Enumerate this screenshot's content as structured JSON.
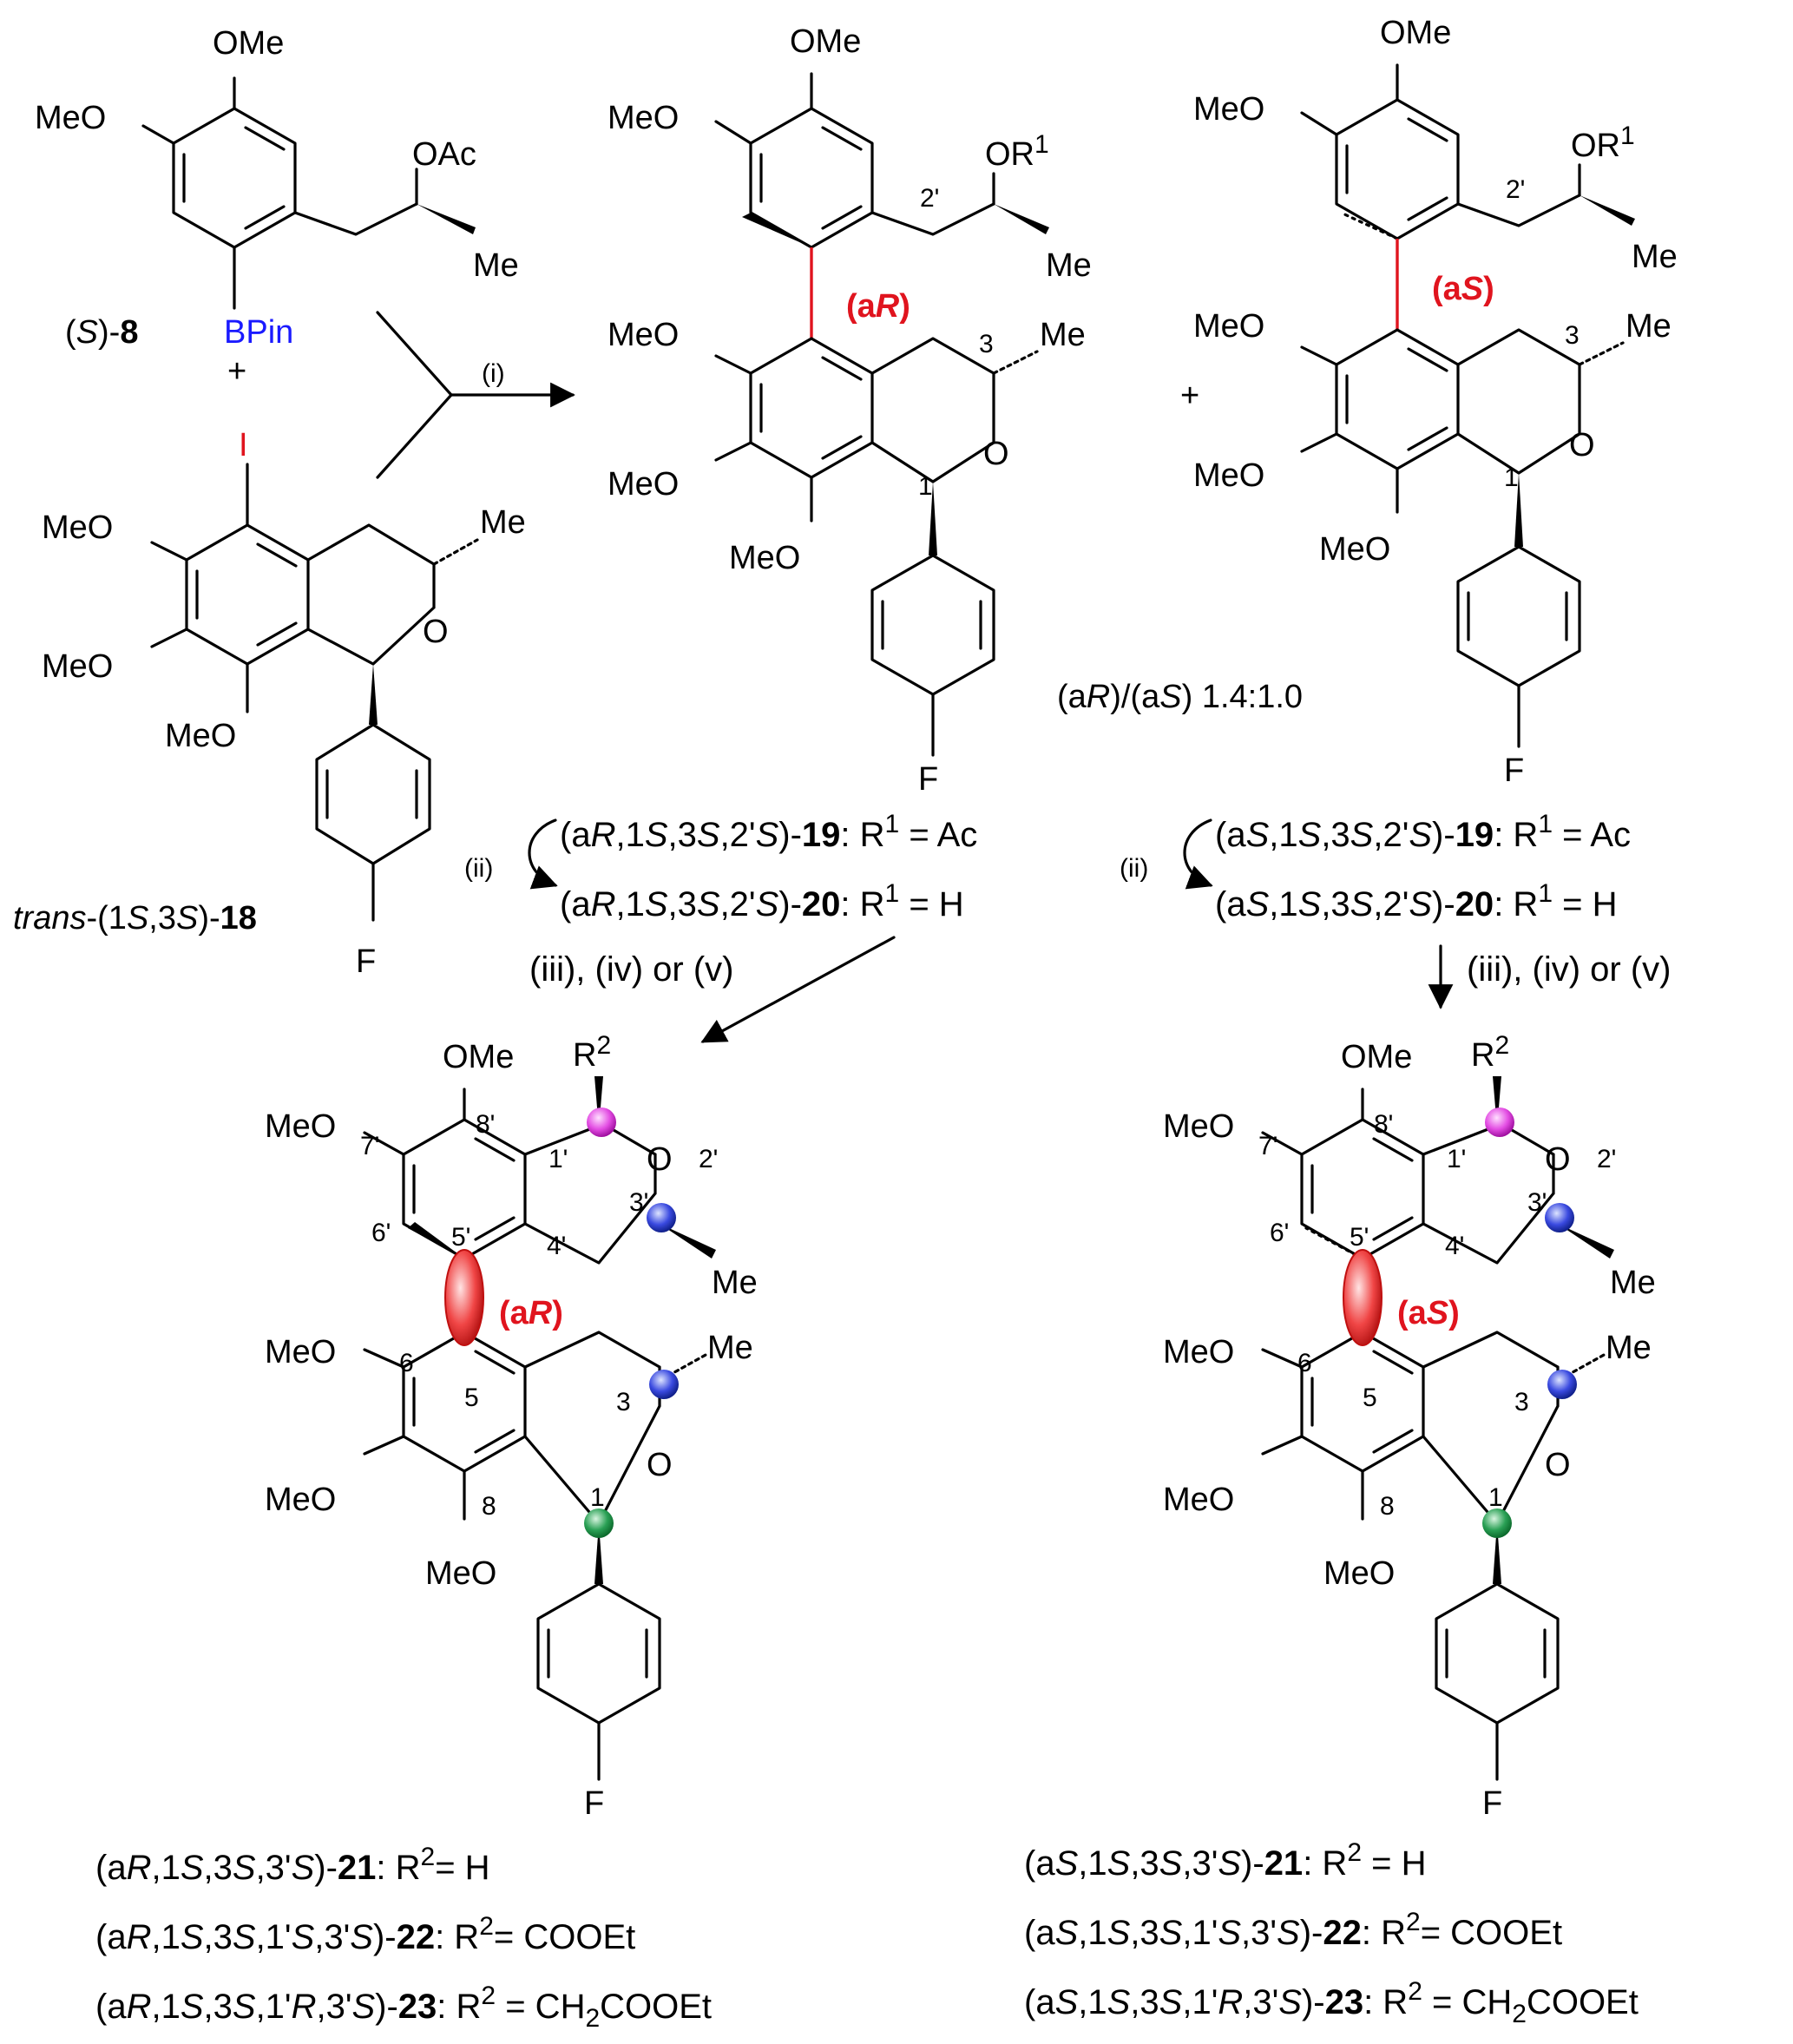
{
  "labels": {
    "ome": "OMe",
    "meo": "MeO",
    "me": "Me",
    "oac": "OAc",
    "or1": "OR",
    "bpin": "BPin",
    "iodo": "I",
    "o": "O",
    "f": "F",
    "plus": "+",
    "r2": "R",
    "sup1": "1",
    "sup2": "2"
  },
  "compounds": {
    "s8_a": "(",
    "s8_s": "S",
    "s8_b": ")-",
    "s8_num": "8",
    "c18_a": "trans",
    "c18_b": "-(1",
    "c18_c": "S",
    "c18_d": ",3",
    "c18_e": "S",
    "c18_f": ")-",
    "c18_num": "18"
  },
  "stereo_tags": {
    "ar_a": "(a",
    "ar_b": "R",
    "ar_c": ")",
    "as_a": "(a",
    "as_b": "S",
    "as_c": ")"
  },
  "numbers": {
    "n1": "1",
    "n3": "3",
    "n2p": "2'",
    "n5": "5",
    "n6": "6",
    "n8": "8",
    "n1p": "1'",
    "n3p": "3'",
    "n4p": "4'",
    "n5p": "5'",
    "n6p": "6'",
    "n7p": "7'",
    "n8p": "8'"
  },
  "ratio": {
    "a": "(a",
    "b": "R",
    "c": ")/(a",
    "d": "S",
    "e": ") 1.4:1.0"
  },
  "steps": {
    "i": "(i)",
    "ii": "(ii)",
    "cond": "(iii), (iv) or (v)"
  },
  "captions": {
    "l19_a": "(a",
    "l19_b": "R",
    "l19_c": ",1",
    "l19_d": "S",
    "l19_e": ",3",
    "l19_f": "S",
    "l19_g": ",2'",
    "l19_h": "S",
    "l19_i": ")-",
    "l19_num": "19",
    "l19_j": ": R",
    "l19_sup": "1",
    "l19_k": " = Ac",
    "l20_a": "(a",
    "l20_b": "R",
    "l20_c": ",1",
    "l20_d": "S",
    "l20_e": ",3",
    "l20_f": "S",
    "l20_g": ",2'",
    "l20_h": "S",
    "l20_i": ")-",
    "l20_num": "20",
    "l20_j": ": R",
    "l20_sup": "1",
    "l20_k": " = H",
    "r19_a": "(a",
    "r19_b": "S",
    "r19_c": ",1",
    "r19_d": "S",
    "r19_e": ",3",
    "r19_f": "S",
    "r19_g": ",2'",
    "r19_h": "S",
    "r19_i": ")-",
    "r19_num": "19",
    "r19_j": ": R",
    "r19_sup": "1",
    "r19_k": " = Ac",
    "r20_a": "(a",
    "r20_b": "S",
    "r20_c": ",1",
    "r20_d": "S",
    "r20_e": ",3",
    "r20_f": "S",
    "r20_g": ",2'",
    "r20_h": "S",
    "r20_i": ")-",
    "r20_num": "20",
    "r20_j": ": R",
    "r20_sup": "1",
    "r20_k": " = H",
    "l21_a": "(a",
    "l21_b": "R",
    "l21_c": ",1",
    "l21_d": "S",
    "l21_e": ",3",
    "l21_f": "S",
    "l21_g": ",3'",
    "l21_h": "S",
    "l21_i": ")-",
    "l21_num": "21",
    "l21_j": ": R",
    "l21_sup": "2",
    "l21_k": "= H",
    "l22_a": "(a",
    "l22_b": "R",
    "l22_c": ",1",
    "l22_d": "S",
    "l22_e": ",3",
    "l22_f": "S",
    "l22_g": ",1'",
    "l22_h": "S",
    "l22_i": ",3'",
    "l22_j": "S",
    "l22_k": ")-",
    "l22_num": "22",
    "l22_l": ": R",
    "l22_sup": "2",
    "l22_m": "= COOEt",
    "l23_a": "(a",
    "l23_b": "R",
    "l23_c": ",1",
    "l23_d": "S",
    "l23_e": ",3",
    "l23_f": "S",
    "l23_g": ",1'",
    "l23_h": "R",
    "l23_i": ",3'",
    "l23_j": "S",
    "l23_k": ")-",
    "l23_num": "23",
    "l23_l": ": R",
    "l23_sup": "2",
    "l23_m": " = CH",
    "l23_sub": "2",
    "l23_n": "COOEt",
    "r21_a": "(a",
    "r21_b": "S",
    "r21_c": ",1",
    "r21_d": "S",
    "r21_e": ",3",
    "r21_f": "S",
    "r21_g": ",3'",
    "r21_h": "S",
    "r21_i": ")-",
    "r21_num": "21",
    "r21_j": ": R",
    "r21_sup": "2",
    "r21_k": " = H",
    "r22_a": "(a",
    "r22_b": "S",
    "r22_c": ",1",
    "r22_d": "S",
    "r22_e": ",3",
    "r22_f": "S",
    "r22_g": ",1'",
    "r22_h": "S",
    "r22_i": ",3'",
    "r22_j": "S",
    "r22_k": ")-",
    "r22_num": "22",
    "r22_l": ": R",
    "r22_sup": "2",
    "r22_m": "= COOEt",
    "r23_a": "(a",
    "r23_b": "S",
    "r23_c": ",1",
    "r23_d": "S",
    "r23_e": ",3",
    "r23_f": "S",
    "r23_g": ",1'",
    "r23_h": "R",
    "r23_i": ",3'",
    "r23_j": "S",
    "r23_k": ")-",
    "r23_num": "23",
    "r23_l": ": R",
    "r23_sup": "2",
    "r23_m": " = CH",
    "r23_sub": "2",
    "r23_n": "COOEt"
  }
}
